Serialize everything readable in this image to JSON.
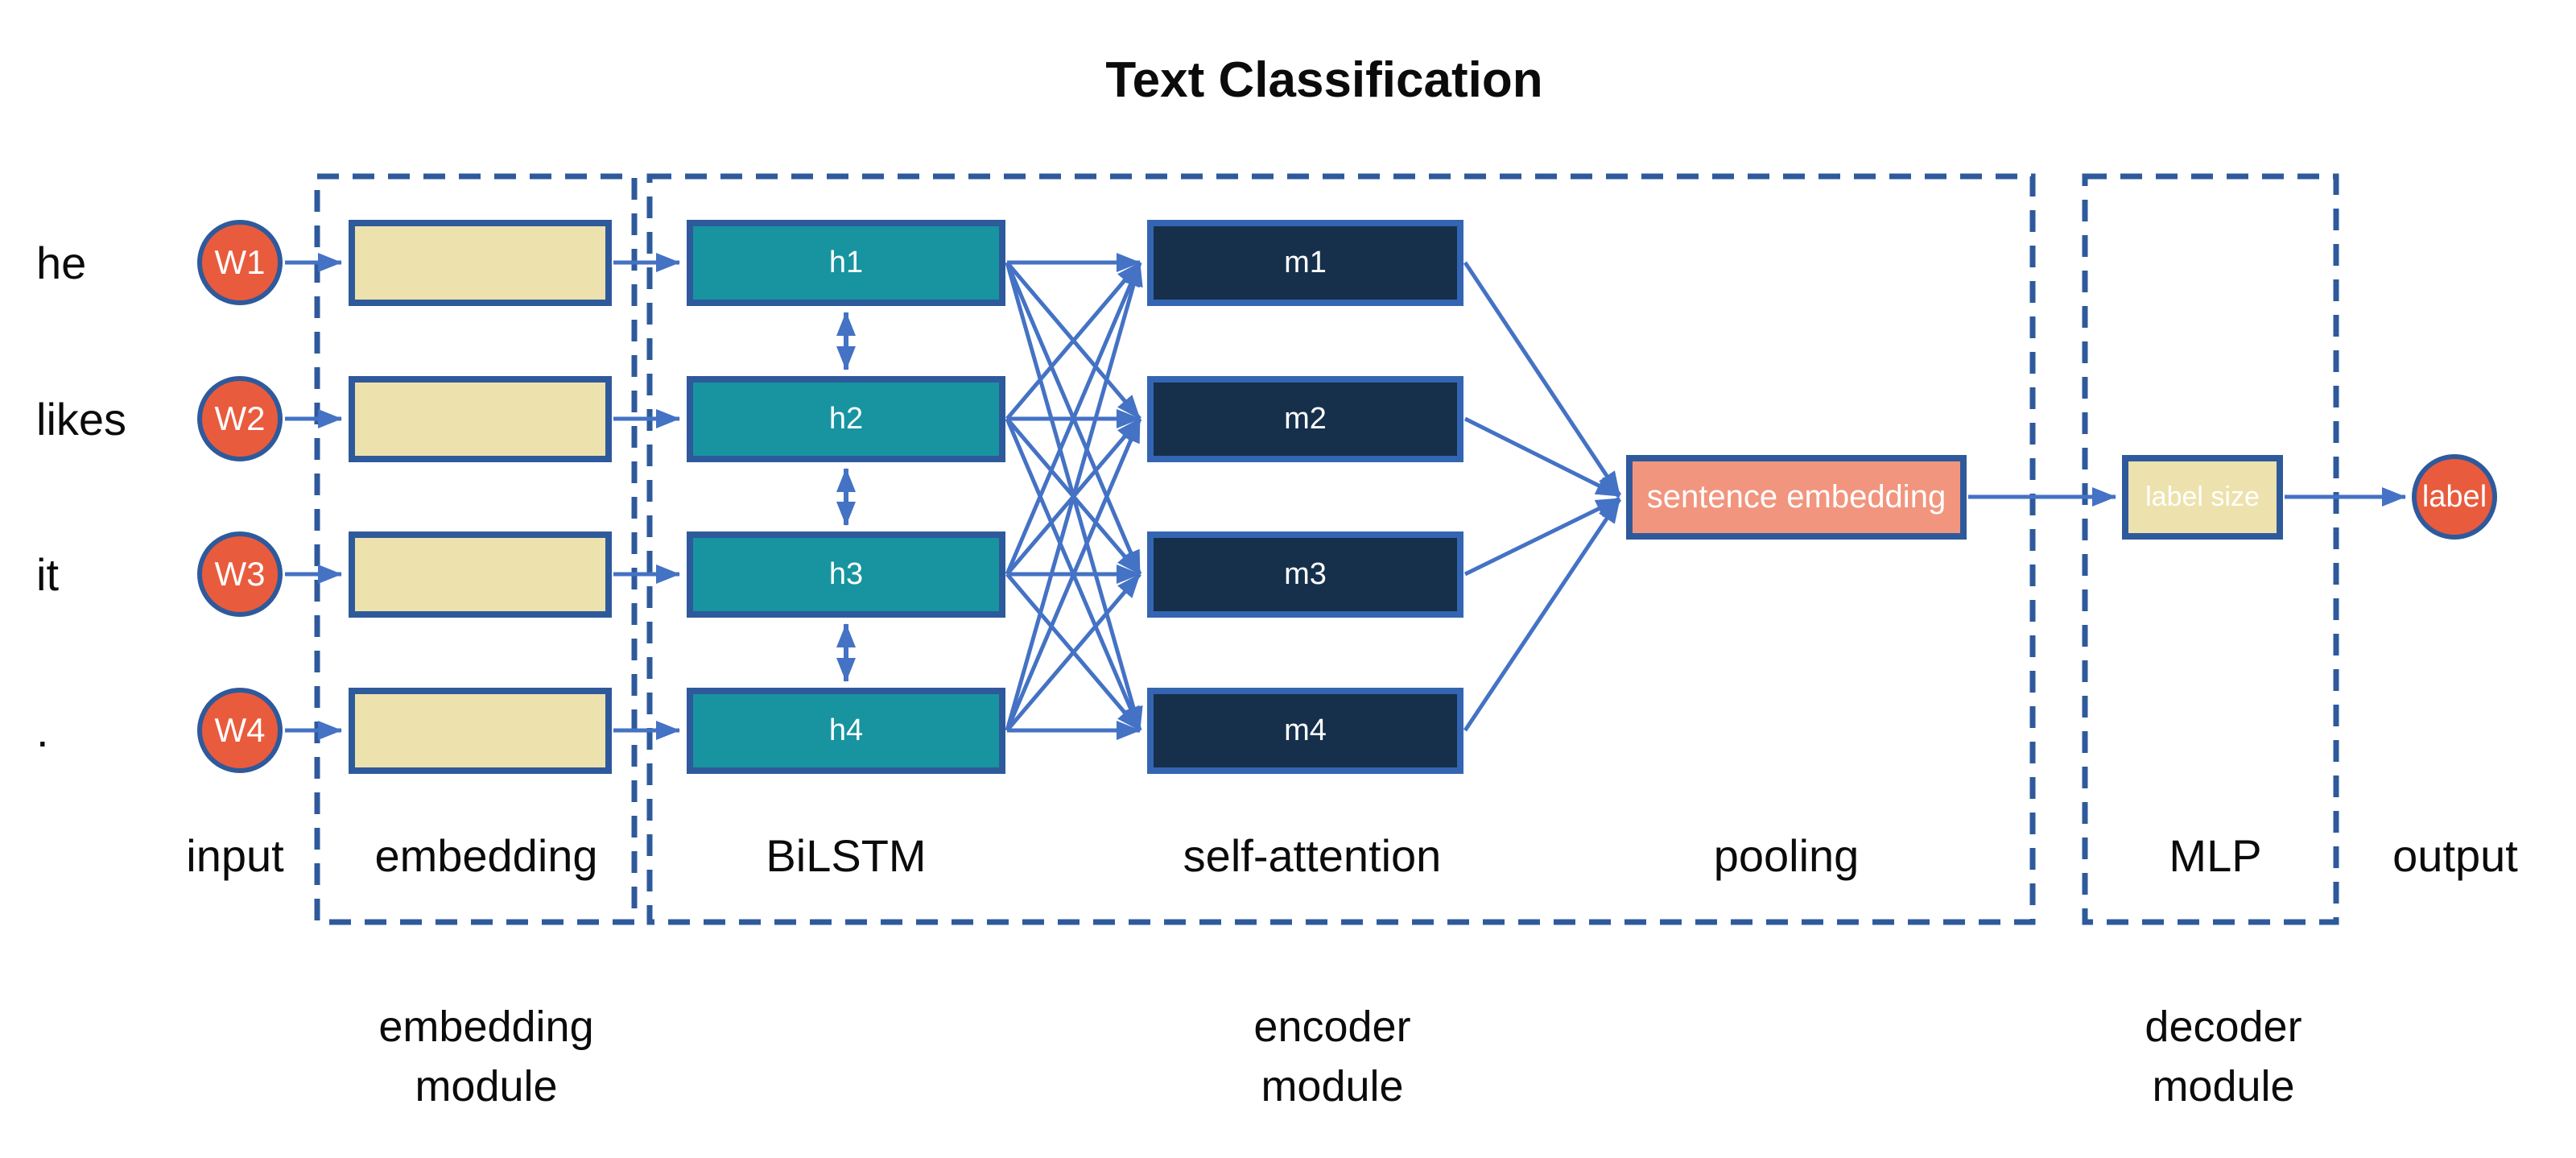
{
  "diagram": {
    "title": "Text Classification",
    "rows": [
      {
        "word": "he",
        "input_node": "W1",
        "bilstm_box": "h1",
        "attention_box": "m1"
      },
      {
        "word": "likes",
        "input_node": "W2",
        "bilstm_box": "h2",
        "attention_box": "m2"
      },
      {
        "word": "it",
        "input_node": "W3",
        "bilstm_box": "h3",
        "attention_box": "m3"
      },
      {
        "word": ".",
        "input_node": "W4",
        "bilstm_box": "h4",
        "attention_box": "m4"
      }
    ],
    "pooling_box_label": "sentence embedding",
    "mlp_box_label": "label size",
    "output_node_label": "label",
    "stage_labels": {
      "input": "input",
      "embedding": "embedding",
      "bilstm": "BiLSTM",
      "self_attention": "self-attention",
      "pooling": "pooling",
      "mlp": "MLP",
      "output": "output"
    },
    "module_labels": {
      "embedding": {
        "line1": "embedding",
        "line2": "module"
      },
      "encoder": {
        "line1": "encoder",
        "line2": "module"
      },
      "decoder": {
        "line1": "decoder",
        "line2": "module"
      }
    },
    "colors": {
      "connector_blue": "#4472c4",
      "border_navy": "#2e5a9c",
      "input_node_fill": "#e95b3d",
      "embedding_fill": "#ede2ad",
      "bilstm_fill": "#1794a0",
      "attention_fill": "#16304b",
      "attention_border": "#3465b2",
      "pooling_fill": "#f2957e"
    }
  }
}
